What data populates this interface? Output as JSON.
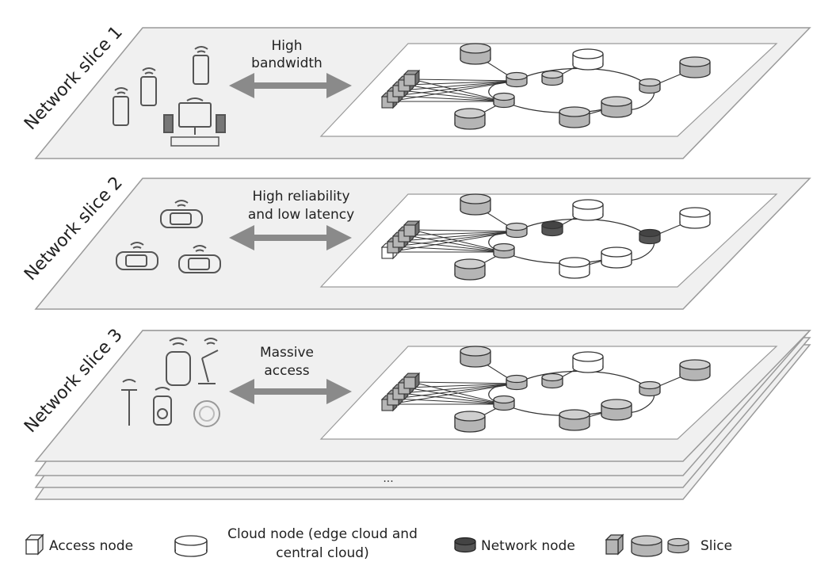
{
  "slices": [
    {
      "label": "Network slice 1",
      "arrow_text": [
        "High",
        "bandwidth"
      ],
      "palette": "light"
    },
    {
      "label": "Network slice 2",
      "arrow_text": [
        "High reliability",
        "and low latency"
      ],
      "palette": "mixed"
    },
    {
      "label": "Network slice 3",
      "arrow_text": [
        "Massive",
        "access"
      ],
      "palette": "light"
    }
  ],
  "ellipsis": "...",
  "legend": {
    "access_node": "Access node",
    "cloud_node_line1": "Cloud node (edge cloud and",
    "cloud_node_line2": "central cloud)",
    "network_node": "Network node",
    "slice": "Slice"
  },
  "colors": {
    "plane_fill": "#f0f0f0",
    "plane_stroke": "#9a9a9a",
    "inner_fill": "#ffffff",
    "gray_node": "#b5b5b5",
    "white_node": "#ffffff",
    "dark_node": "#555555",
    "icon": "#555555",
    "arrow": "#8a8a8a"
  }
}
